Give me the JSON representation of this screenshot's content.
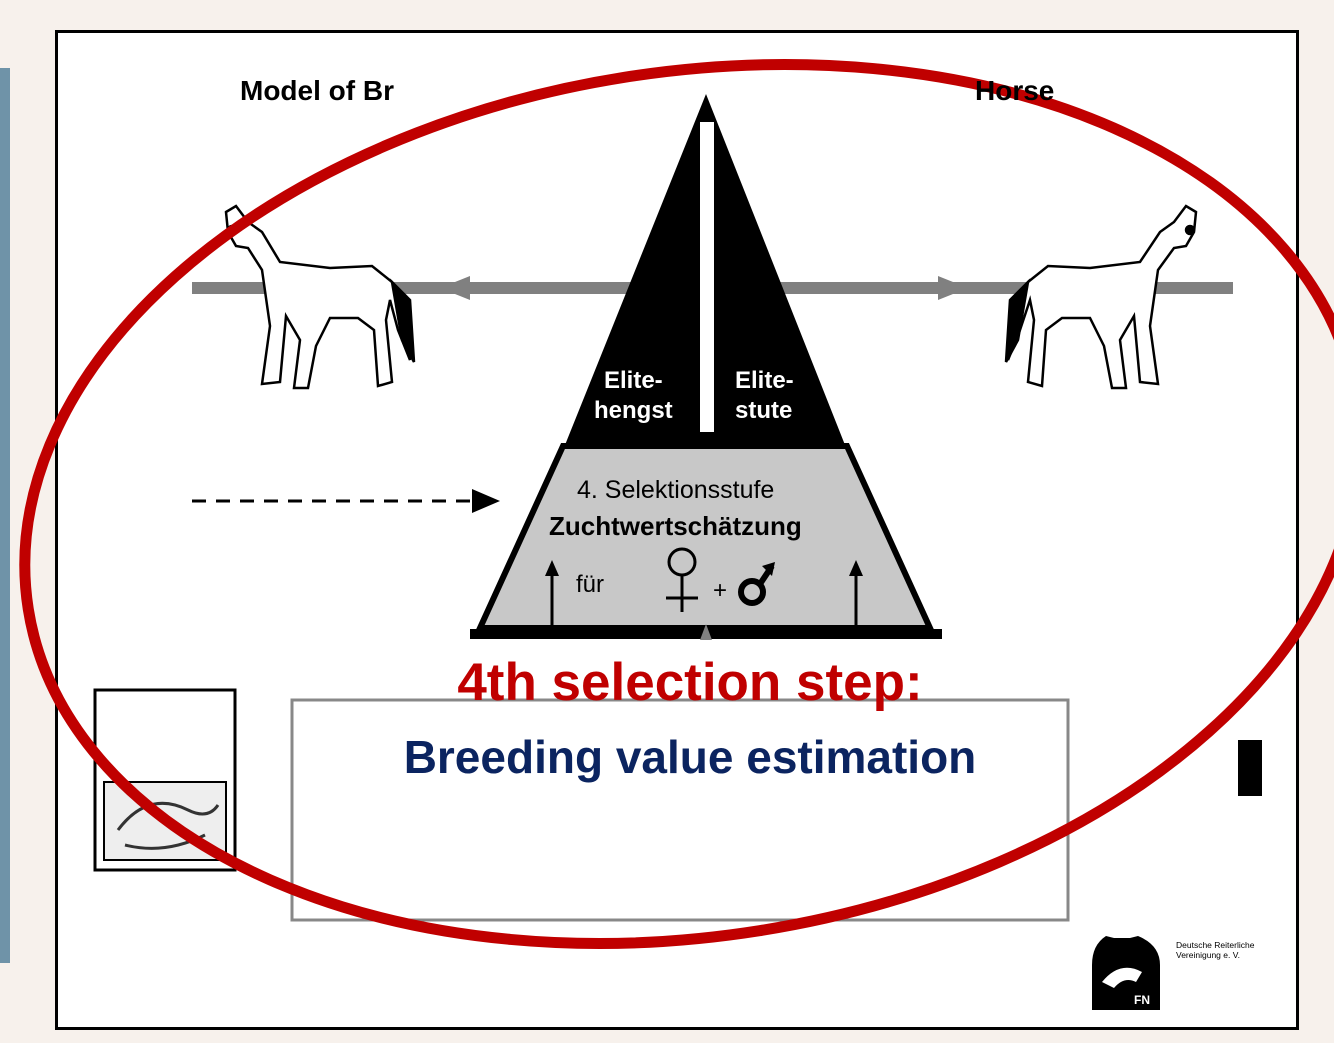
{
  "title_left": "Model of Br",
  "title_right": "Horse",
  "pyramid": {
    "top_left_line1": "Elite-",
    "top_left_line2": "hengst",
    "top_right_line1": "Elite-",
    "top_right_line2": "stute",
    "stage_label": "4. Selektionsstufe",
    "stage_title": "Zuchtwertschätzung",
    "for_label": "für",
    "plus": "+"
  },
  "caption": {
    "line1": "4th selection step:",
    "line2": "Breeding value estimation"
  },
  "organization": "Deutsche Reiterliche Vereinigung e. V.",
  "logo_letters": "FN",
  "colors": {
    "highlight_ellipse": "#c00000",
    "caption_red": "#c00000",
    "caption_blue": "#0b2460",
    "pyramid_fill": "#000000",
    "stage_fill": "#c8c8c8",
    "side_bar": "#6f93a8"
  }
}
